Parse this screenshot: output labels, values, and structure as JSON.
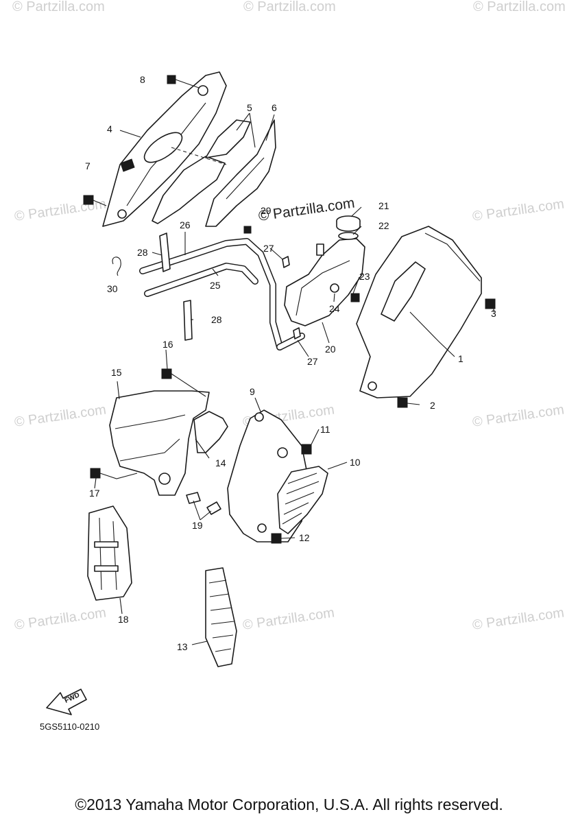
{
  "watermarks": [
    "© Partzilla.com",
    "© Partzilla.com",
    "© Partzilla.com",
    "© Partzilla.com",
    "© Partzilla.com",
    "© Partzilla.com",
    "© Partzilla.com",
    "© Partzilla.com",
    "© Partzilla.com",
    "© Partzilla.com",
    "© Partzilla.com"
  ],
  "brand_watermark": "© Partzilla.com",
  "callouts": [
    "1",
    "2",
    "3",
    "4",
    "5",
    "6",
    "7",
    "8",
    "9",
    "10",
    "11",
    "12",
    "13",
    "14",
    "15",
    "16",
    "17",
    "18",
    "19",
    "20",
    "21",
    "22",
    "23",
    "24",
    "25",
    "26",
    "27",
    "27",
    "28",
    "28",
    "29",
    "30"
  ],
  "fwd_label": "FWD",
  "diagram_code": "5GS5110-0210",
  "copyright": "©2013 Yamaha Motor Corporation, U.S.A. All rights reserved."
}
